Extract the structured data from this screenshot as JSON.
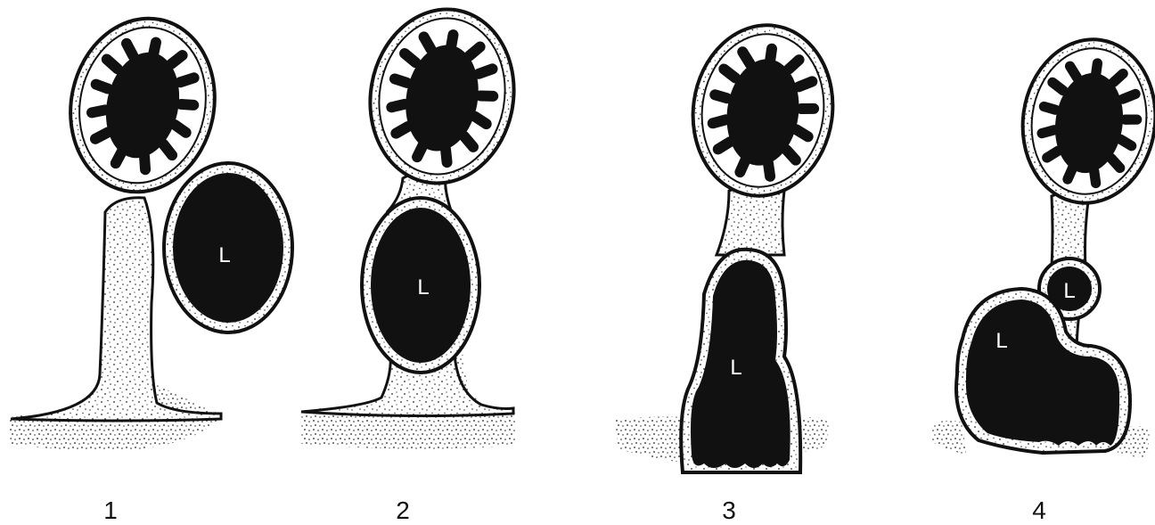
{
  "colors": {
    "ink": "#111111",
    "stipple": "#2a2a2a",
    "background": "#ffffff",
    "lumen_text": "#ffffff"
  },
  "panels": [
    {
      "caption": "1",
      "lumen_labels": [
        "L"
      ]
    },
    {
      "caption": "2",
      "lumen_labels": [
        "L"
      ]
    },
    {
      "caption": "3",
      "lumen_labels": [
        "L"
      ]
    },
    {
      "caption": "4",
      "lumen_labels": [
        "L",
        "L"
      ]
    }
  ]
}
